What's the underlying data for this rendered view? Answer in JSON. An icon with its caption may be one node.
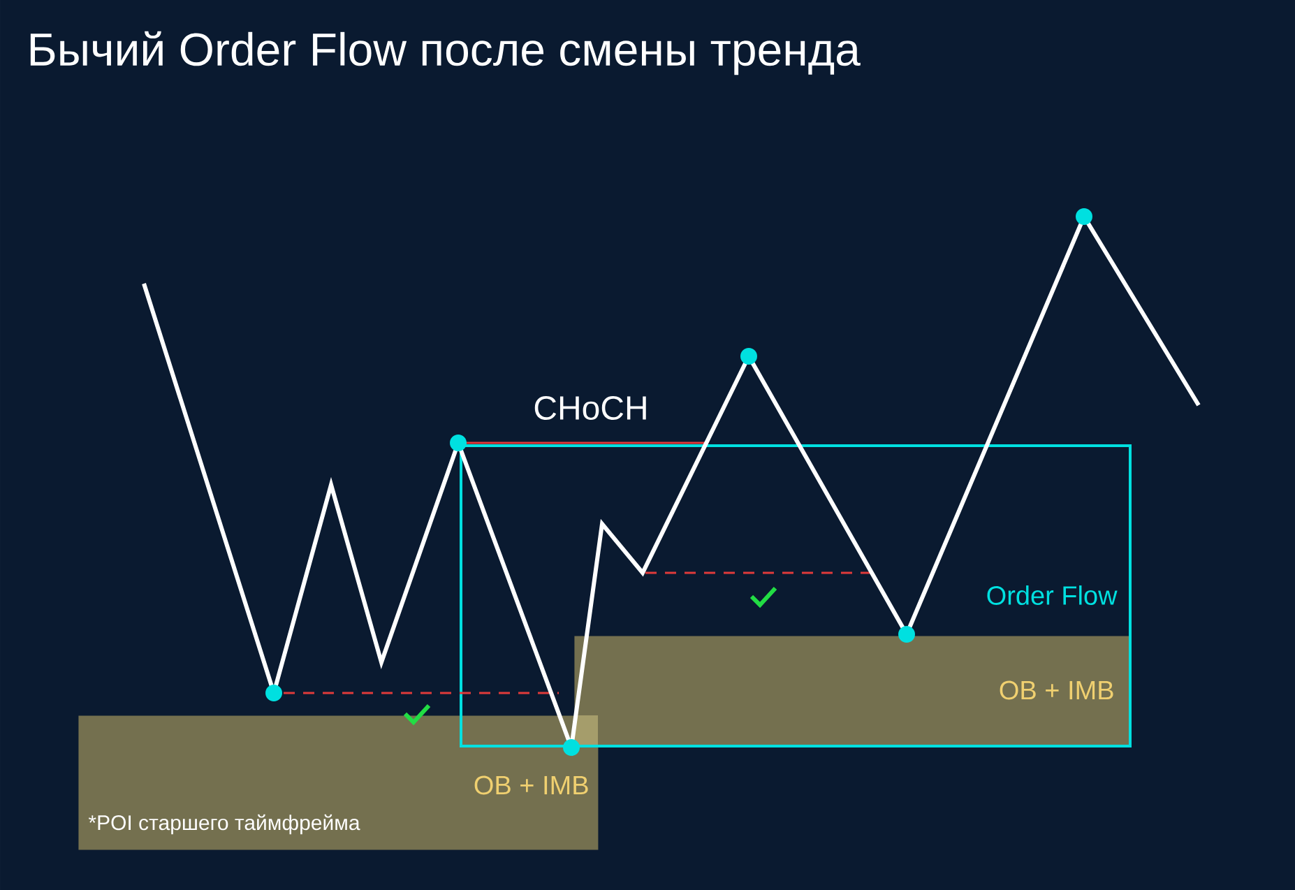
{
  "diagram": {
    "title": "Бычий Order Flow после смены тренда",
    "nodes": [
      {
        "text": [
          "Order Flow"
        ]
      },
      {
        "text": [
          "OB + IMB",
          "*POI старшего таймфрейма"
        ]
      },
      {
        "text": [
          "OB + IMB"
        ],
        "in": 0
      }
    ],
    "labels": [
      "CHoCH"
    ]
  }
}
